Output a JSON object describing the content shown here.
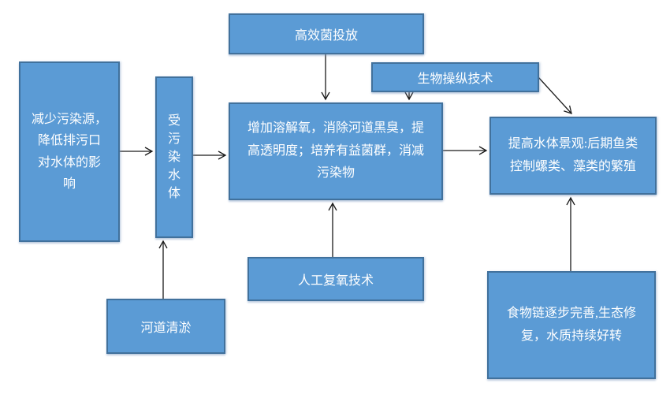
{
  "diagram": {
    "colors": {
      "box_fill": "#5b9bd5",
      "box_border": "#41719c",
      "text": "#ffffff",
      "arrow": "#1a1a1a",
      "background": "#ffffff"
    },
    "boxes": {
      "reduce_pollution": {
        "text": "减少污染源，\n降低排污口\n对水体的影\n响"
      },
      "polluted_water": {
        "text": "受\n污\n染\n水\n体"
      },
      "bacteria": {
        "text": "高效菌投放"
      },
      "bio_manipulation": {
        "text": "生物操纵技术"
      },
      "center_effect": {
        "text": "增加溶解氧，消除河道黑臭，提\n高透明度；培养有益菌群，消减\n污染物"
      },
      "landscape": {
        "text": "提高水体景观:后期鱼类\n控制螺类、藻类的繁殖"
      },
      "reoxygenation": {
        "text": "人工复氧技术"
      },
      "dredging": {
        "text": "河道清淤"
      },
      "food_chain": {
        "text": "食物链逐步完善,生态修\n复，水质持续好转"
      }
    }
  }
}
